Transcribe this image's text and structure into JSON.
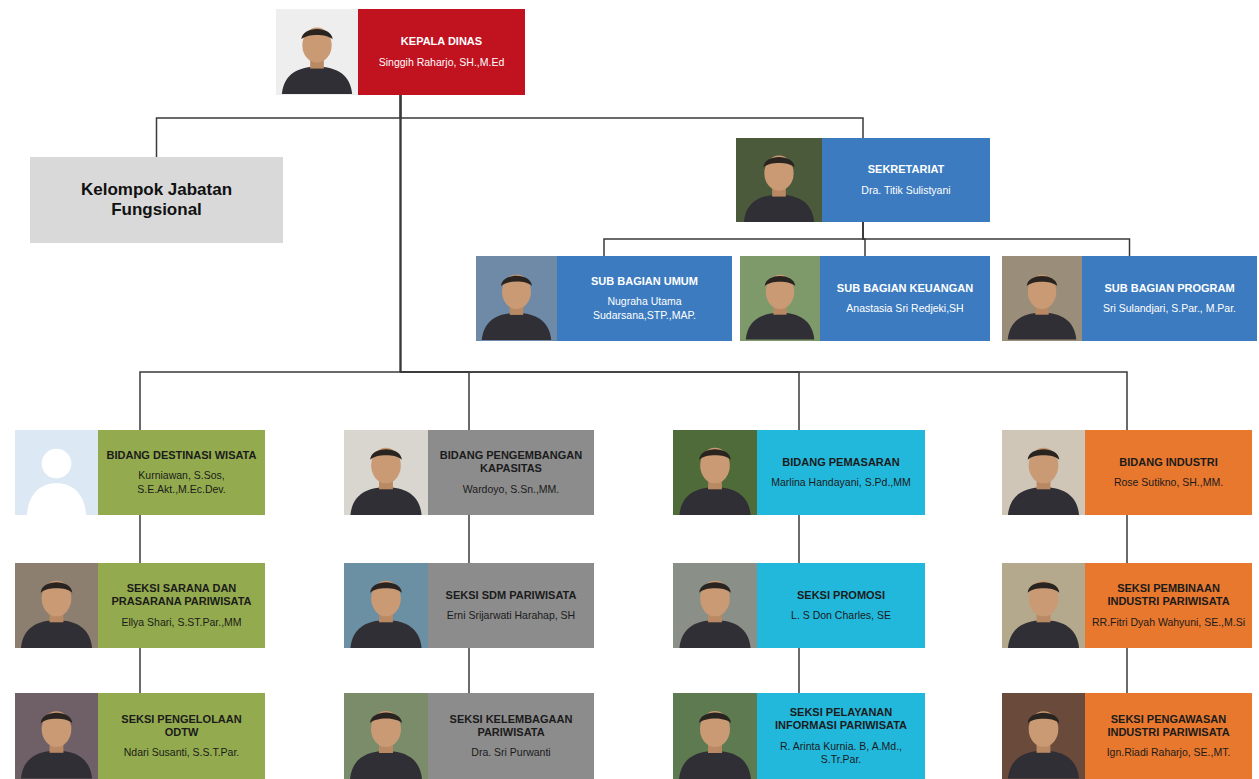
{
  "diagram": {
    "nodes": [
      {
        "text": [
          "KEPALA DINAS",
          "Singgih Raharjo, SH.,M.Ed"
        ]
      },
      {
        "text": [
          "Kelompok Jabatan Fungsional"
        ]
      },
      {
        "text": [
          "SEKRETARIAT",
          "Dra. Titik Sulistyani"
        ]
      },
      {
        "text": [
          "SUB BAGIAN UMUM",
          "Nugraha Utama Sudarsana,STP.,MAP."
        ]
      },
      {
        "text": [
          "SUB BAGIAN KEUANGAN",
          "Anastasia Sri Redjeki,SH"
        ]
      },
      {
        "text": [
          "SUB BAGIAN PROGRAM",
          "Sri Sulandjari, S.Par., M.Par."
        ]
      },
      {
        "text": [
          "BIDANG DESTINASI WISATA",
          "Kurniawan, S.Sos, S.E.Akt.,M.Ec.Dev."
        ]
      },
      {
        "text": [
          "BIDANG PENGEMBANGAN KAPASITAS",
          "Wardoyo, S.Sn.,MM."
        ]
      },
      {
        "text": [
          "BIDANG PEMASARAN",
          "Marlina Handayani, S.Pd.,MM"
        ]
      },
      {
        "text": [
          "BIDANG INDUSTRI",
          "Rose Sutikno, SH.,MM."
        ]
      },
      {
        "text": [
          "SEKSI SARANA DAN PRASARANA PARIWISATA",
          "Ellya Shari, S.ST.Par.,MM"
        ]
      },
      {
        "text": [
          "SEKSI SDM PARIWISATA",
          "Erni Srijarwati Harahap, SH"
        ]
      },
      {
        "text": [
          "SEKSI PROMOSI",
          "L. S Don Charles, SE"
        ]
      },
      {
        "text": [
          "SEKSI PEMBINAAN INDUSTRI PARIWISATA",
          "RR.Fitri Dyah Wahyuni, SE.,M.Si"
        ]
      },
      {
        "text": [
          "SEKSI PENGELOLAAN ODTW",
          "Ndari Susanti, S.S.T.Par."
        ]
      },
      {
        "text": [
          "SEKSI KELEMBAGAAN PARIWISATA",
          "Dra. Sri Purwanti"
        ]
      },
      {
        "text": [
          "SEKSI PELAYANAN INFORMASI PARIWISATA",
          "R. Arinta Kurnia. B, A.Md., S.Tr.Par."
        ]
      },
      {
        "text": [
          "SEKSI PENGAWASAN INDUSTRI PARIWISATA",
          "Ign.Riadi Raharjo, SE.,MT."
        ]
      }
    ],
    "edges": [
      {
        "from": 0,
        "to": 1,
        "arrow": "none"
      },
      {
        "from": 0,
        "to": 2,
        "arrow": "none"
      },
      {
        "from": 2,
        "to": 3,
        "arrow": "none"
      },
      {
        "from": 2,
        "to": 4,
        "arrow": "none"
      },
      {
        "from": 2,
        "to": 5,
        "arrow": "none"
      },
      {
        "from": 0,
        "to": 6,
        "arrow": "none"
      },
      {
        "from": 0,
        "to": 7,
        "arrow": "none"
      },
      {
        "from": 0,
        "to": 8,
        "arrow": "none"
      },
      {
        "from": 0,
        "to": 9,
        "arrow": "none"
      },
      {
        "from": 6,
        "to": 10,
        "arrow": "none"
      },
      {
        "from": 7,
        "to": 11,
        "arrow": "none"
      },
      {
        "from": 8,
        "to": 12,
        "arrow": "none"
      },
      {
        "from": 9,
        "to": 13,
        "arrow": "none"
      },
      {
        "from": 10,
        "to": 14,
        "arrow": "none"
      },
      {
        "from": 11,
        "to": 15,
        "arrow": "none"
      },
      {
        "from": 12,
        "to": 16,
        "arrow": "none"
      },
      {
        "from": 13,
        "to": 17,
        "arrow": "none"
      }
    ]
  }
}
